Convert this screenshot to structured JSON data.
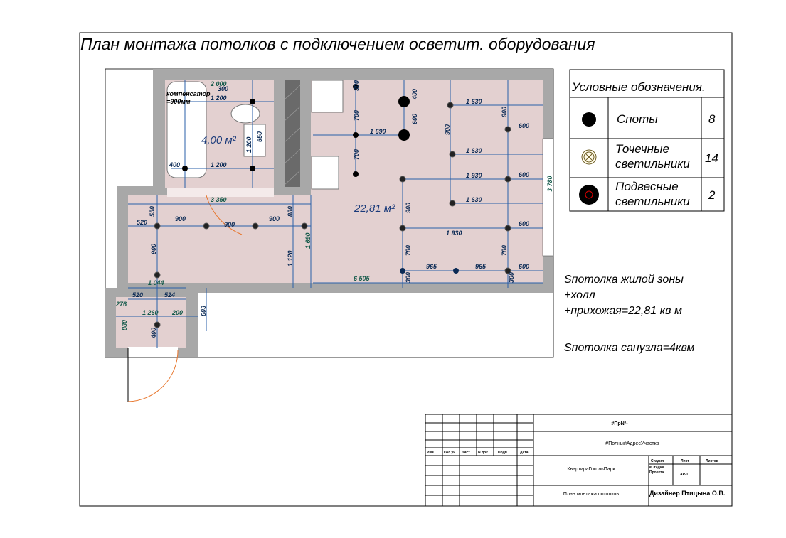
{
  "title": "План монтажа потолков с подключением осветит. оборудования",
  "plan": {
    "bath_area": "4,00 м²",
    "main_area": "22,81 м²",
    "compensator": "компенсатор\n=900мм",
    "dims": [
      "1 200",
      "1 200",
      "400",
      "1 690",
      "1 630",
      "1 630",
      "1 630",
      "1 930",
      "1 930",
      "600",
      "600",
      "600",
      "600",
      "965",
      "965",
      "6 505",
      "3 350",
      "520",
      "900",
      "900",
      "900",
      "1 044",
      "520",
      "524",
      "1 260",
      "200",
      "276",
      "1 120",
      "1 690",
      "603",
      "900",
      "400",
      "550",
      "880",
      "880",
      "300",
      "700",
      "700",
      "400",
      "600",
      "900",
      "900",
      "900",
      "780",
      "780",
      "300",
      "300",
      "2 000",
      "300",
      "1 200",
      "550",
      "3 780"
    ],
    "colors": {
      "floor": "#e3d0d0",
      "wall": "#a8a8a8",
      "dimension": "#2a5fa8",
      "door_arc": "#e8772e"
    }
  },
  "legend": {
    "header": "Условные обозначения.",
    "rows": [
      {
        "icon": "spot-icon",
        "label": "Споты",
        "count": "8"
      },
      {
        "icon": "point-light-icon",
        "label": "Точечные светильники",
        "count": "14"
      },
      {
        "icon": "pendant-light-icon",
        "label": "Подвесные светильники",
        "count": "2"
      }
    ]
  },
  "notes": {
    "line1": "Sпотолка жилой зоны",
    "line2": "+холл",
    "line3": "+прихожая=22,81 кв м",
    "line4": "Sпотолка санузла=4квм"
  },
  "title_block": {
    "project_no": "#ПрNº-",
    "address": "#ПолныйАдресУчастка",
    "object": "КвартираГогольПарк",
    "sheet_name": "План монтажа потолков",
    "designer": "Дизайнер Птицына О.В.",
    "headers": [
      "Изм.",
      "Кол.уч.",
      "Лист",
      "N док.",
      "Подп.",
      "Дата"
    ],
    "stage_label": "Стадия",
    "sheet_label": "Лист",
    "sheets_label": "Листов",
    "stage_value": "#Стадия Проекта",
    "sheet_value": "АР-1"
  }
}
